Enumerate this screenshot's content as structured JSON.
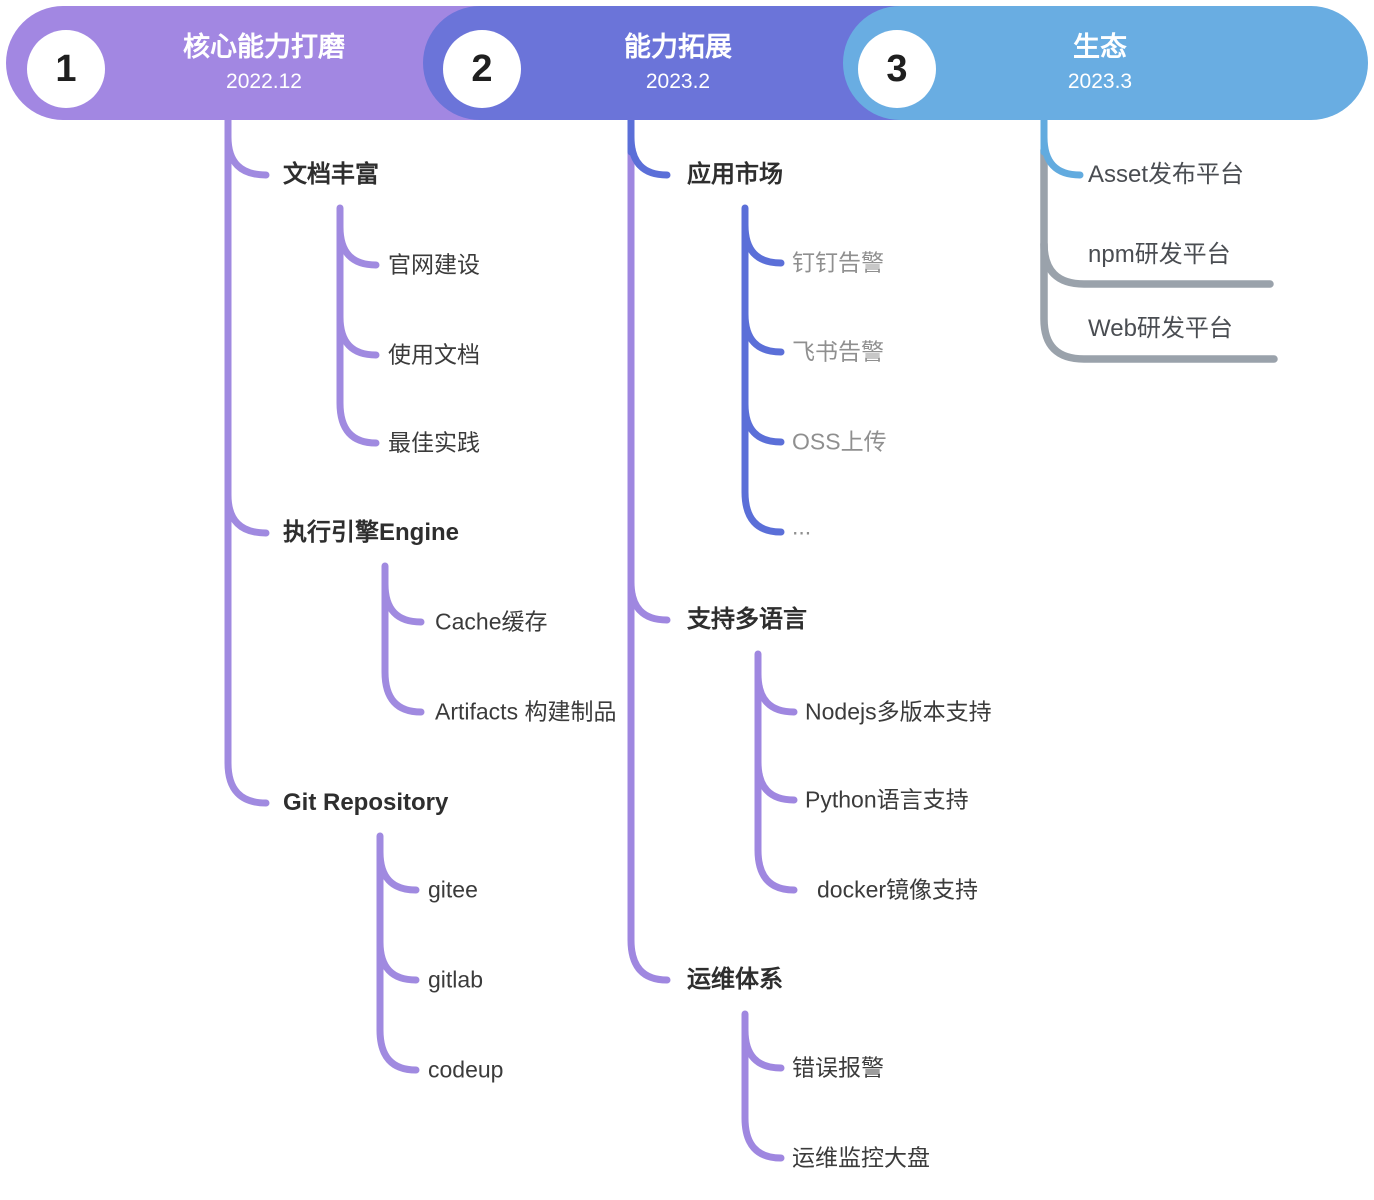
{
  "phases": [
    {
      "number": "1",
      "title": "核心能力打磨",
      "date": "2022.12",
      "pill_color": "#a287e2",
      "line_color": "#a08ae0",
      "items": [
        {
          "label": "文档丰富",
          "children": [
            {
              "label": "官网建设"
            },
            {
              "label": "使用文档"
            },
            {
              "label": "最佳实践"
            }
          ]
        },
        {
          "label": "执行引擎Engine",
          "children": [
            {
              "label": "Cache缓存"
            },
            {
              "label": "Artifacts 构建制品"
            }
          ]
        },
        {
          "label": "Git Repository",
          "children": [
            {
              "label": "gitee"
            },
            {
              "label": "gitlab"
            },
            {
              "label": "codeup"
            }
          ]
        }
      ]
    },
    {
      "number": "2",
      "title": "能力拓展",
      "date": "2023.2",
      "pill_color": "#6b74d9",
      "line_color_blue": "#5b6fd8",
      "line_color_purple": "#9f87e0",
      "items": [
        {
          "label": "应用市场",
          "children": [
            {
              "label": "钉钉告警"
            },
            {
              "label": "飞书告警"
            },
            {
              "label": "OSS上传"
            },
            {
              "label": "..."
            }
          ]
        },
        {
          "label": "支持多语言",
          "children": [
            {
              "label": "Nodejs多版本支持"
            },
            {
              "label": "Python语言支持"
            },
            {
              "label": "docker镜像支持"
            }
          ]
        },
        {
          "label": "运维体系",
          "children": [
            {
              "label": "错误报警"
            },
            {
              "label": "运维监控大盘"
            }
          ]
        }
      ]
    },
    {
      "number": "3",
      "title": "生态",
      "date": "2023.3",
      "pill_color": "#69ade2",
      "line_color_gray": "#9aa2ab",
      "line_color_blue": "#62abdf",
      "items": [
        {
          "label": "Asset发布平台"
        },
        {
          "label": "npm研发平台"
        },
        {
          "label": "Web研发平台"
        }
      ]
    }
  ]
}
